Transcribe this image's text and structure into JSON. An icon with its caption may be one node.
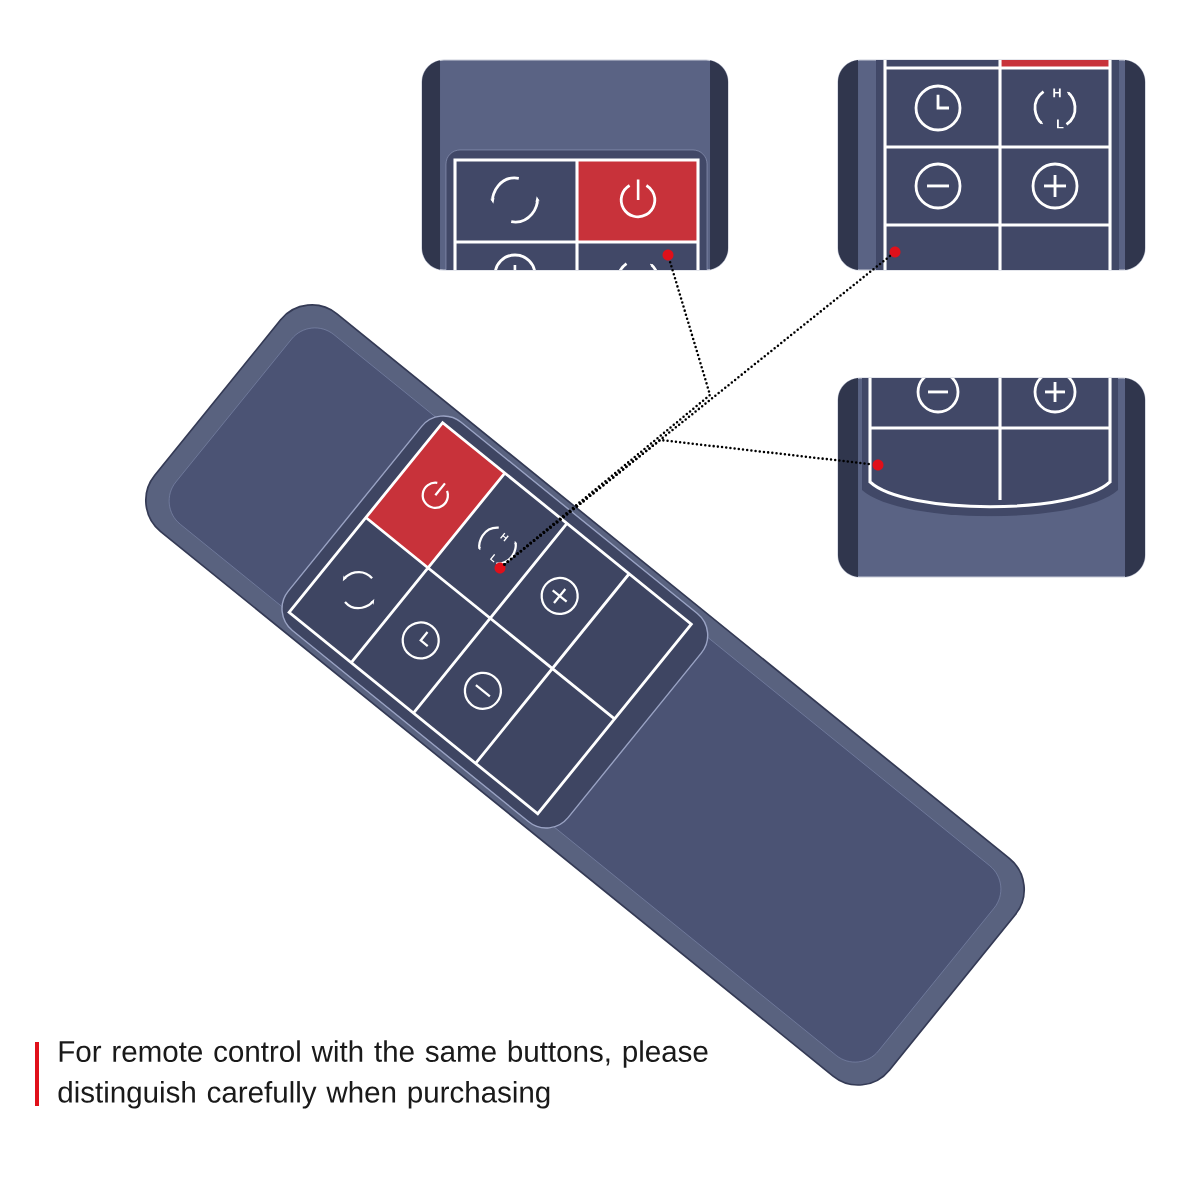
{
  "diagram": {
    "caption": "For remote control with the same buttons, please distinguish carefully when purchasing",
    "nodes": [
      {
        "text": [],
        "shape": "picture"
      },
      {
        "text": [],
        "shape": "picture"
      },
      {
        "text": [],
        "shape": "picture"
      },
      {
        "text": [],
        "shape": "picture"
      },
      {
        "text": [],
        "shape": "circle",
        "in": 0
      },
      {
        "text": [],
        "shape": "circle",
        "in": 1
      },
      {
        "text": [],
        "shape": "circle",
        "in": 2
      },
      {
        "text": [],
        "shape": "circle",
        "in": 3
      }
    ],
    "edges": [
      {
        "from": 4,
        "to": 5,
        "arrow": "none"
      },
      {
        "from": 4,
        "to": 6,
        "arrow": "none"
      },
      {
        "from": 4,
        "to": 7,
        "arrow": "none"
      }
    ],
    "labels": [
      "H",
      "L",
      "H",
      "L"
    ]
  }
}
